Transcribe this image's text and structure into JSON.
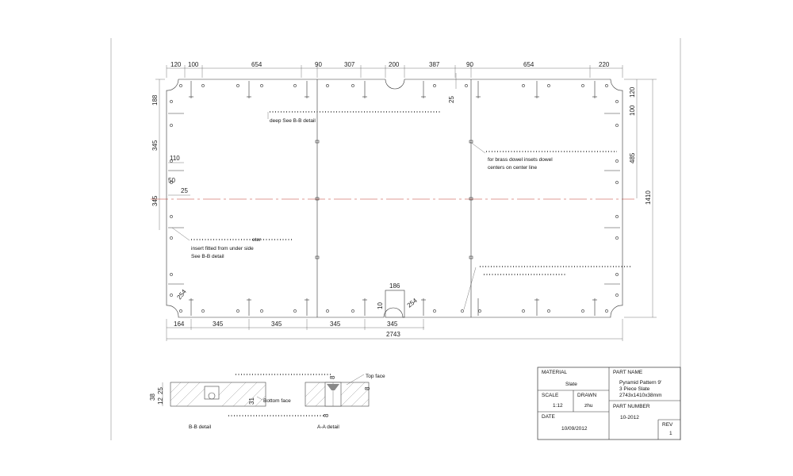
{
  "dimensions": {
    "top": [
      "120",
      "100",
      "654",
      "90",
      "307",
      "200",
      "387",
      "90",
      "654",
      "220"
    ],
    "bottom": [
      "164",
      "345",
      "345",
      "345",
      "345"
    ],
    "total_length": "2743",
    "right": [
      "120",
      "100",
      "485",
      "1410"
    ],
    "left": [
      "188",
      "345",
      "345"
    ],
    "inner": [
      "110",
      "50",
      "25",
      "25",
      "186",
      "10",
      "254",
      "254"
    ]
  },
  "notes": {
    "deep": "deep See B-B detail",
    "dowel_line1": "for brass dowel insets dowel",
    "dowel_line2": "centers on center line",
    "insert_tag": "eter",
    "insert_line1": "insert fitted from under side",
    "insert_line2": "See B-B detail"
  },
  "details": {
    "bb_label": "B-B detail",
    "aa_label": "A-A detail",
    "top_face": "Top face",
    "bottom_face": "Bottom face",
    "bb_dims": [
      "38",
      "25",
      "12",
      "31"
    ],
    "aa_dims": [
      "8",
      "8",
      "8"
    ]
  },
  "title_block": {
    "material_label": "MATERIAL",
    "material_value": "Slate",
    "part_name_label": "PART NAME",
    "part_name_line1": "Pyramid Pattern 9'",
    "part_name_line2": "3 Piece Slate",
    "part_name_line3": "2743x1410x38mm",
    "scale_label": "SCALE",
    "scale_value": "1:12",
    "drawn_label": "DRAWN",
    "drawn_value": "zhu",
    "part_number_label": "PART NUMBER",
    "part_number_value": "10-2012",
    "date_label": "DATE",
    "date_value": "10/09/2012",
    "rev_label": "REV",
    "rev_value": "1"
  }
}
